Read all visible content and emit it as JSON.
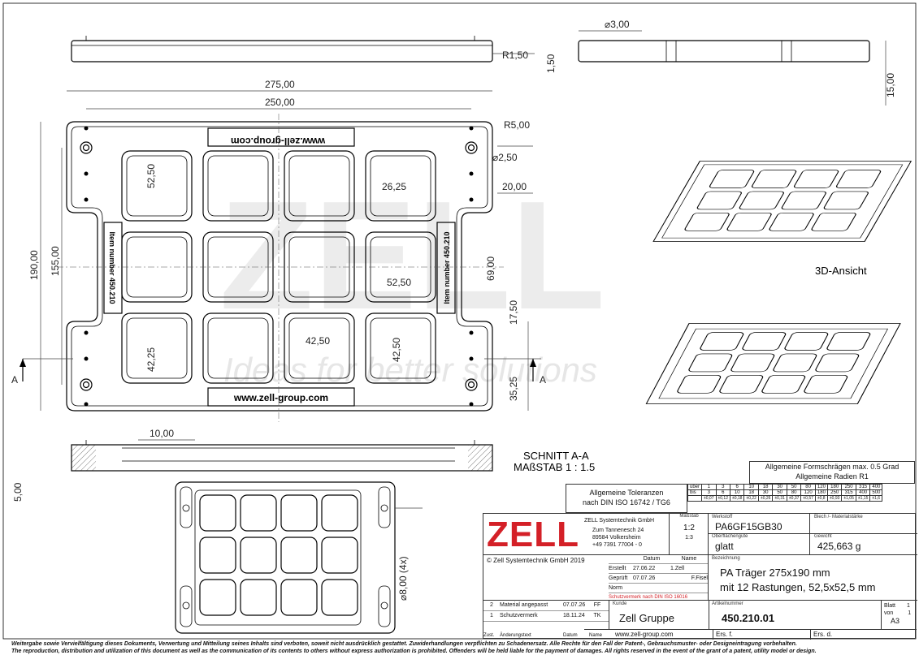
{
  "dimensions": {
    "d_275": "275,00",
    "d_250": "250,00",
    "d_190": "190,00",
    "d_155": "155,00",
    "d_52_50a": "52,50",
    "d_26_25": "26,25",
    "d_20": "20,00",
    "d_69": "69,00",
    "d_52_50b": "52,50",
    "d_17_50": "17,50",
    "d_42_25": "42,25",
    "d_42_50a": "42,50",
    "d_42_50b": "42,50",
    "d_35_25": "35,25",
    "d_r5": "R5,00",
    "d_dia2_5": "2,50",
    "d_dia3": "3,00",
    "d_r1_5": "R1,50",
    "d_1_50": "1,50",
    "d_15": "15,00",
    "d_10": "10,00",
    "d_5": "5,00",
    "d_dia8": "8,00 (4x)"
  },
  "labels": {
    "section_marker": "A",
    "part_text_top": "www.zell-group.com",
    "part_text_bottom": "www.zell-group.com",
    "item_number": "Item number 450.210",
    "watermark": "ZELL",
    "watermark_sub": "Ideas for better solutions",
    "view_3d": "3D-Ansicht",
    "section_title": "SCHNITT A-A",
    "section_scale": "MAßSTAB 1 : 1.5"
  },
  "general_notes": {
    "draft": "Allgemeine Formschrägen max. 0.5 Grad",
    "radii": "Allgemeine Radien R1"
  },
  "tolerances": {
    "title": "Allgemeine Toleranzen",
    "standard": "nach DIN ISO 16742 / TG6",
    "row_labels": [
      "über",
      "bis"
    ],
    "ueber": [
      "1",
      "3",
      "6",
      "10",
      "18",
      "30",
      "50",
      "80",
      "120",
      "180",
      "250",
      "315",
      "400"
    ],
    "bis": [
      "3",
      "6",
      "10",
      "18",
      "30",
      "50",
      "80",
      "120",
      "180",
      "250",
      "315",
      "400",
      "500"
    ],
    "values": [
      "±0,07",
      "±0,12",
      "±0,18",
      "±0,22",
      "±0,26",
      "±0,31",
      "±0,37",
      "±0,57",
      "±0,8",
      "±0,93",
      "±1,05",
      "±1,15",
      "±1,6"
    ]
  },
  "title_block": {
    "logo": "ZELL",
    "company": "ZELL Systemtechnik GmbH",
    "street": "Zum Tannenesch 24",
    "city": "89584 Volkersheim",
    "phone": "+49 7391 77004 - 0",
    "scale_label": "Maßstab",
    "scale": "1:2",
    "scale2": "1:3",
    "copyright": "© Zell Systemtechnik GmbH 2019",
    "datum_label": "Datum",
    "name_label": "Name",
    "erstellt_label": "Erstellt",
    "erstellt_date": "27.06.22",
    "erstellt_name": "1.Zell",
    "geprueft_label": "Geprüft",
    "geprueft_date": "07.07.26",
    "geprueft_name": "F.Fisel",
    "norm_label": "Norm",
    "protection": "Schutzvermerk nach DIN ISO 16016",
    "werkstoff_label": "Werkstoff",
    "werkstoff": "PA6GF15GB30",
    "blech_label": "Blech /- Materialstärke",
    "oberflaeche_label": "Oberflächengüte",
    "oberflaeche": "glatt",
    "gewicht_label": "Gewicht",
    "gewicht": "425,663 g",
    "bezeichnung_label": "Bezeichnung",
    "bezeichnung_1": "PA Träger 275x190 mm",
    "bezeichnung_2": "mit 12 Rastungen, 52,5x52,5 mm",
    "kunde_label": "Kunde",
    "kunde": "Zell Gruppe",
    "artikel_label": "Artikelnummer",
    "artikel": "450.210.01",
    "blatt_label": "Blatt",
    "blatt": "1",
    "von_label": "von",
    "von": "1",
    "format": "A3",
    "url": "www.zell-group.com",
    "ers_f": "Ers. f.",
    "ers_d": "Ers. d."
  },
  "revisions": [
    {
      "nr": "2",
      "text": "Material angepasst",
      "date": "07.07.26",
      "name": "FF"
    },
    {
      "nr": "1",
      "text": "Schutzvermerk",
      "date": "18.11.24",
      "name": "TK"
    }
  ],
  "revision_header": {
    "zust": "Zust.",
    "aend": "Änderungstext",
    "datum": "Datum",
    "name": "Name"
  },
  "footer": {
    "de": "Weitergabe sowie Vervielfältigung dieses Dokuments, Verwertung und Mitteilung seines Inhalts sind verboten, soweit nicht ausdrücklich gestattet. Zuwiderhandlungen verpflichten zu Schadenersatz. Alle Rechte für den Fall der Patent-, Gebrauchsmuster- oder Designeintragung vorbehalten.",
    "en": "The reproduction, distribution and utilization of this document as well as the communication of its contents to others without express authorization is prohibited. Offenders will be held liable for the payment of damages. All rights reserved in the event of the grant of a patent, utility model or design."
  },
  "colors": {
    "brand_red": "#d42027",
    "watermark": "#ececec"
  }
}
